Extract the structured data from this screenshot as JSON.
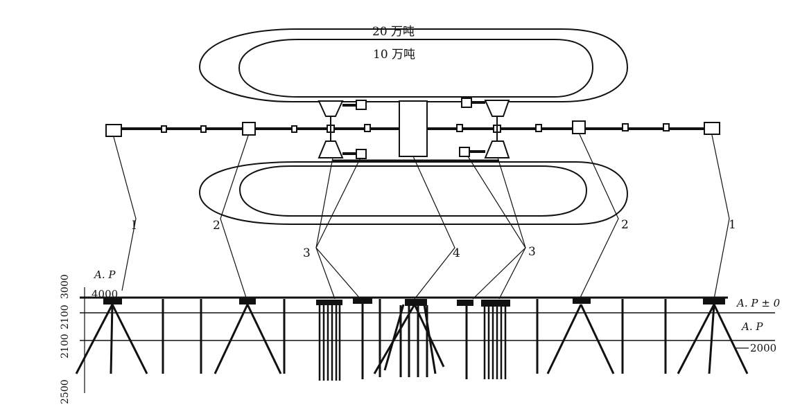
{
  "diagram": {
    "tonnage": {
      "outer": "20 万吨",
      "inner": "10 万吨"
    },
    "callouts": {
      "c1_left": "I",
      "c1_right": "1",
      "c2_left": "2",
      "c2_right": "2",
      "c3_left": "3",
      "c3_right": "3",
      "c4": "4"
    },
    "elevation": {
      "ap_top": "A. P",
      "dim_4000": "4000",
      "ap_pm0": "A. P ± 0",
      "ap_right": "A. P",
      "dim_2000": "2000",
      "dims_left": [
        "3000",
        "2100",
        "2100",
        "2500"
      ]
    }
  }
}
